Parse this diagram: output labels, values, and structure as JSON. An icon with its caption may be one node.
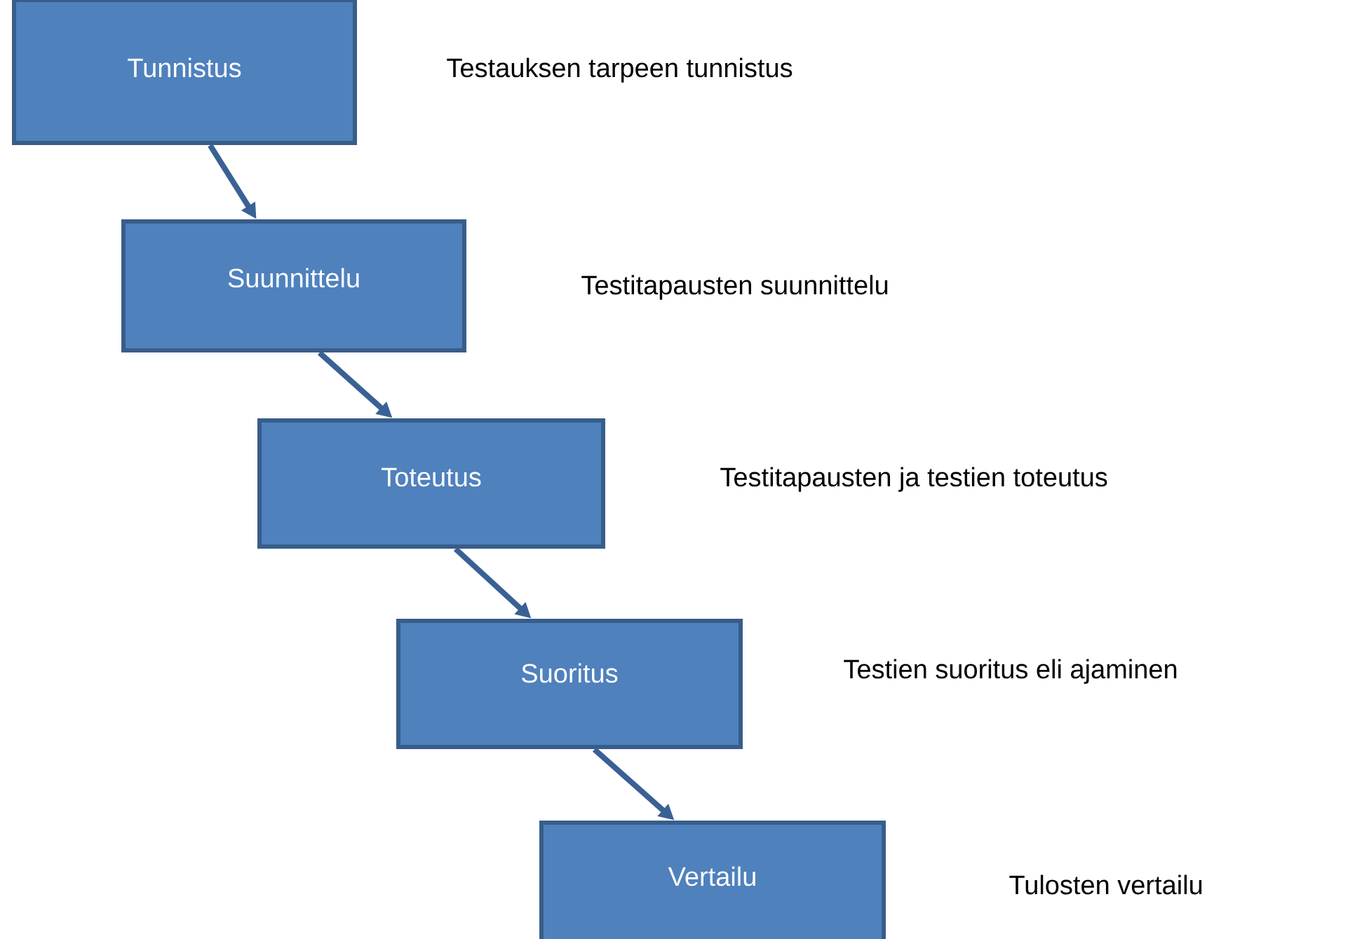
{
  "diagram": {
    "nodes": [
      {
        "text": [
          "Tunnistus"
        ]
      },
      {
        "text": [
          "Suunnittelu"
        ]
      },
      {
        "text": [
          "Toteutus"
        ]
      },
      {
        "text": [
          "Suoritus"
        ]
      },
      {
        "text": [
          "Vertailu"
        ]
      }
    ],
    "edges": [
      {
        "from": 0,
        "to": 1,
        "arrow": "to"
      },
      {
        "from": 1,
        "to": 2,
        "arrow": "to"
      },
      {
        "from": 2,
        "to": 3,
        "arrow": "to"
      },
      {
        "from": 3,
        "to": 4,
        "arrow": "to"
      }
    ],
    "labels": [
      "Testauksen tarpeen tunnistus",
      "Testitapausten suunnittelu",
      "Testitapausten ja testien toteutus",
      "Testien suoritus eli ajaminen",
      "Tulosten vertailu"
    ]
  }
}
